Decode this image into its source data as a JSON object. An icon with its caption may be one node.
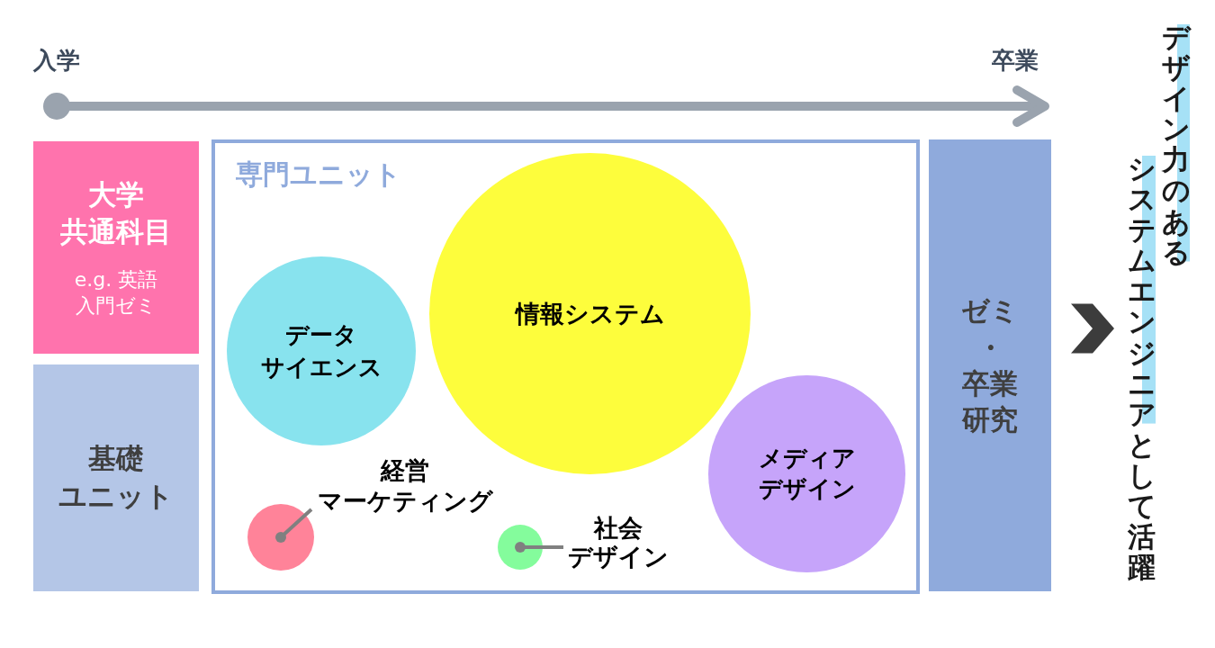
{
  "diagram": {
    "nodes": [
      {
        "text": [
          "大学共通科目",
          "e.g. 英語入門ゼミ"
        ]
      },
      {
        "text": [
          "基礎ユニット"
        ]
      },
      {
        "text": [
          "専門ユニット"
        ]
      },
      {
        "text": [
          "データサイエンス"
        ],
        "in": 2
      },
      {
        "text": [
          "情報システム"
        ],
        "in": 2
      },
      {
        "text": [
          "メディアデザイン"
        ],
        "in": 2
      },
      {
        "text": [
          "経営マーケティング"
        ],
        "in": 2
      },
      {
        "text": [],
        "shape": "circle",
        "in": 2
      },
      {
        "text": [],
        "shape": "circle",
        "in": 2
      },
      {
        "text": [
          "社会デザイン"
        ],
        "in": 2
      },
      {
        "text": [
          "ゼミ・卒業研究"
        ]
      },
      {
        "text": [
          "デザイン力のある",
          "システムエンジニアとして活躍"
        ]
      }
    ],
    "edges": [
      {
        "from": 6,
        "to": 7,
        "arrow": "other"
      },
      {
        "from": 9,
        "to": 8,
        "arrow": "other"
      },
      {
        "from": 10,
        "to": 11,
        "arrow": "to",
        "color": "#3c3c3c"
      }
    ],
    "labels": [
      "入学",
      "卒業"
    ]
  }
}
